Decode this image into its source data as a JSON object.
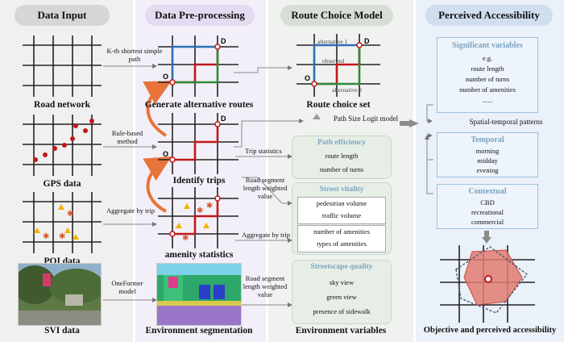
{
  "headers": {
    "data_input": "Data Input",
    "preprocessing": "Data Pre-processing",
    "route_choice": "Route Choice Model",
    "perceived": "Perceived Accessibility"
  },
  "inputs": {
    "road": "Road network",
    "gps": "GPS data",
    "poi": "POI data",
    "svi": "SVI data"
  },
  "methods": {
    "kth": "K-th shortest simple path",
    "rule": "Rule-based method",
    "agg_trip": "Aggregate by trip",
    "oneformer": "OneFormer model"
  },
  "steps": {
    "gen_routes": "Generate alternative routes",
    "identify": "Identify trips",
    "amenity": "amenity statistics",
    "env_seg": "Environment segmentation"
  },
  "route_set": {
    "caption": "Route choice set",
    "alt1": "alternative 1",
    "observed": "observed",
    "alt2": "alternative 2",
    "label_o": "O",
    "label_d": "D",
    "model": "Path Size Logit model"
  },
  "arrows": {
    "trip_stats": "Trip statistics",
    "road_seg_1": "Road segment length weighted value",
    "agg_by_trip": "Aggregate by trip",
    "road_seg_2": "Road segment length weighted value"
  },
  "env_vars": {
    "caption": "Environment variables",
    "path_eff": {
      "title": "Path efficiency",
      "items": [
        "route length",
        "number of turns"
      ]
    },
    "street_vit": {
      "title": "Street vitality",
      "items": [
        "pedestrian volume",
        "traffic volume",
        "number of amenities",
        "types of amenities"
      ]
    },
    "streetscape": {
      "title": "Streetscape quality",
      "items": [
        "sky view",
        "green view",
        "presence of sidewalk"
      ]
    }
  },
  "perceived": {
    "sig": {
      "title": "Significant variables",
      "items": [
        "e.g.",
        "route length",
        "number of turns",
        "number of amenities",
        "......"
      ]
    },
    "st_patterns": "Spatial-temporal patterns",
    "temporal": {
      "title": "Temporal",
      "items": [
        "morning",
        "midday",
        "evening"
      ]
    },
    "contextual": {
      "title": "Contextual",
      "items": [
        "CBD",
        "recreational",
        "commercial"
      ]
    },
    "caption": "Objective and perceived accessibility"
  },
  "colors": {
    "panel1": "#eeeeee",
    "panel2": "#f0ecf6",
    "panel3": "#eef0ee",
    "panel4": "#e9eff7",
    "hdr1": "#d4d4d4",
    "hdr2": "#e3d9f0",
    "hdr3": "#d6dbd6",
    "hdr4": "#cfddee",
    "route_red": "#c0181a",
    "route_blue": "#2f6fb3",
    "route_green": "#2e8a3a",
    "curve_orange": "#e8743b"
  }
}
